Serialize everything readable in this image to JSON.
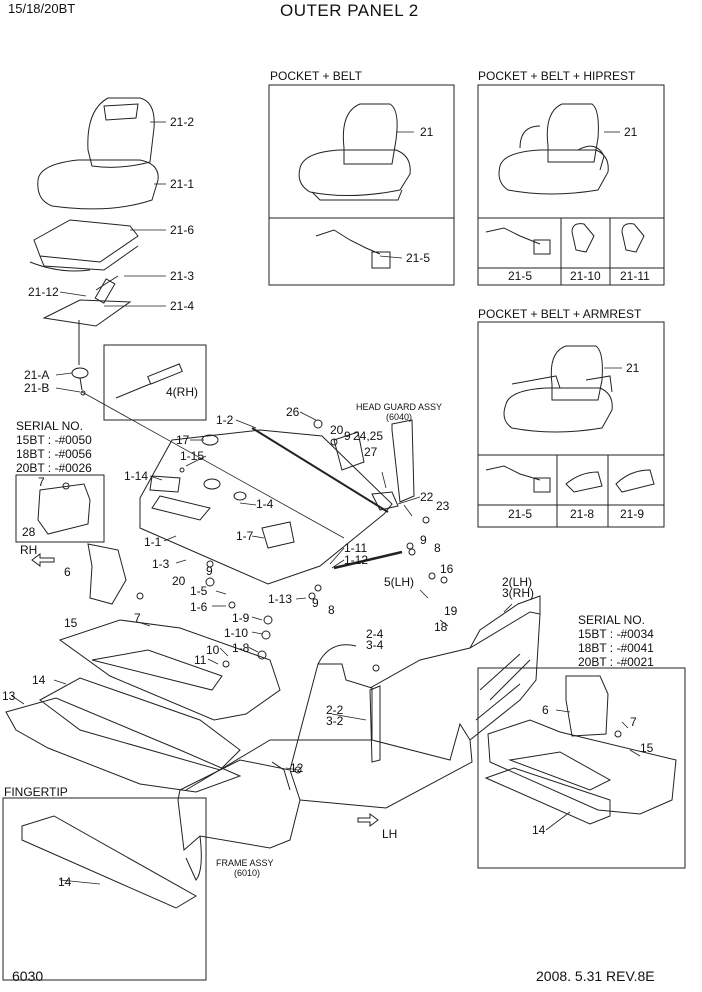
{
  "header": {
    "model": "15/18/20BT",
    "title": "OUTER PANEL 2"
  },
  "footer": {
    "page": "6030",
    "date_rev": "2008. 5.31  REV.8E"
  },
  "seat_options": [
    {
      "heading": "POCKET + BELT",
      "labels": [
        "21",
        "21-5"
      ]
    },
    {
      "heading": "POCKET + BELT + HIPREST",
      "labels": [
        "21",
        "21-5",
        "21-10",
        "21-11"
      ]
    },
    {
      "heading": "POCKET + BELT + ARMREST",
      "labels": [
        "21",
        "21-5",
        "21-8",
        "21-9"
      ]
    }
  ],
  "serial_left": {
    "title": "SERIAL NO.",
    "lines": [
      "15BT : -#0050",
      "18BT : -#0056",
      "20BT : -#0026"
    ]
  },
  "serial_right": {
    "title": "SERIAL NO.",
    "lines": [
      "15BT : -#0034",
      "18BT : -#0041",
      "20BT : -#0021"
    ]
  },
  "assy_labels": {
    "head_guard": "HEAD GUARD ASSY",
    "head_guard_no": "(6040)",
    "frame": "FRAME ASSY",
    "frame_no": "(6010)",
    "fingertip": "FINGERTIP",
    "rh": "RH",
    "lh": "LH"
  },
  "part_labels": {
    "p21_2": "21-2",
    "p21_1": "21-1",
    "p21_6": "21-6",
    "p21_3": "21-3",
    "p21_12": "21-12",
    "p21_4": "21-4",
    "p21_a": "21-A",
    "p21_b": "21-B",
    "p4rh": "4(RH)",
    "p26": "26",
    "p20a": "20",
    "p9a": "9",
    "p24_25": "24,25",
    "p27": "27",
    "p1_2": "1-2",
    "p17": "17",
    "p1_15": "1-15",
    "p1_14": "1-14",
    "p1_4": "1-4",
    "p22": "22",
    "p23": "23",
    "p7a": "7",
    "p28": "28",
    "p1_1": "1-1",
    "p1_7": "1-7",
    "p9b": "9",
    "p8a": "8",
    "p1_11": "1-11",
    "p1_12": "1-12",
    "p5lh": "5(LH)",
    "p6a": "6",
    "p1_3": "1-3",
    "p9c": "9",
    "p20b": "20",
    "p1_5": "1-5",
    "p1_6": "1-6",
    "p7b": "7",
    "p1_13": "1-13",
    "p9d": "9",
    "p8b": "8",
    "p16": "16",
    "p2lh": "2(LH)",
    "p3rh": "3(RH)",
    "p19": "19",
    "p18": "18",
    "p2_4": "2-4",
    "p3_4": "3-4",
    "p1_9": "1-9",
    "p1_10": "1-10",
    "p1_8": "1-8",
    "p15a": "15",
    "p10": "10",
    "p11": "11",
    "p14a": "14",
    "p13": "13",
    "p2_2": "2-2",
    "p3_2": "3-2",
    "p12": "12",
    "p14b": "14",
    "p6b": "6",
    "p7c": "7",
    "p15b": "15",
    "p14c": "14"
  }
}
